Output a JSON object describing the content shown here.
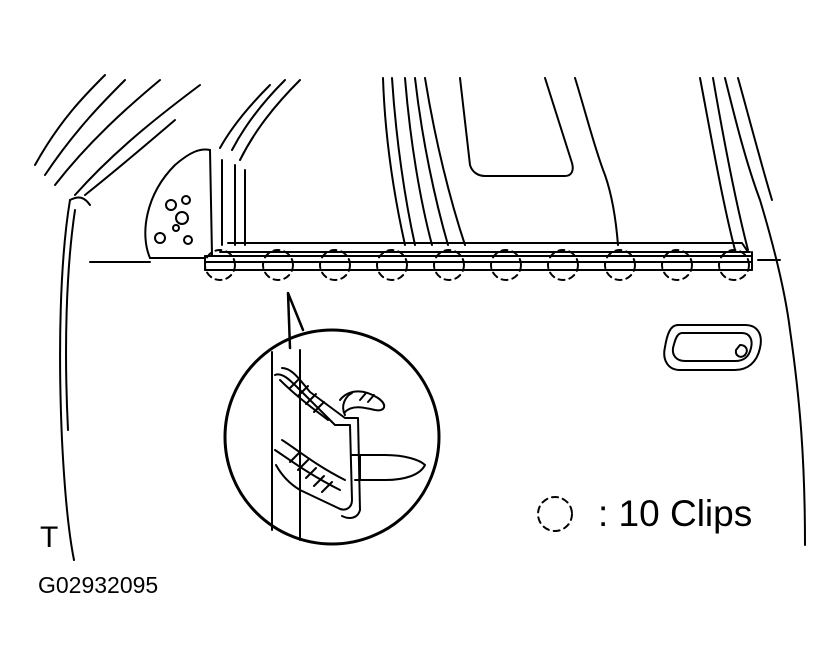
{
  "diagram": {
    "legend": {
      "symbol": "dashed-circle-clip-symbol",
      "text": ": 10 Clips"
    },
    "view_code": "T",
    "figure_id": "G02932095",
    "clip_count": 10,
    "colors": {
      "line": "#000000",
      "background": "#ffffff"
    }
  }
}
